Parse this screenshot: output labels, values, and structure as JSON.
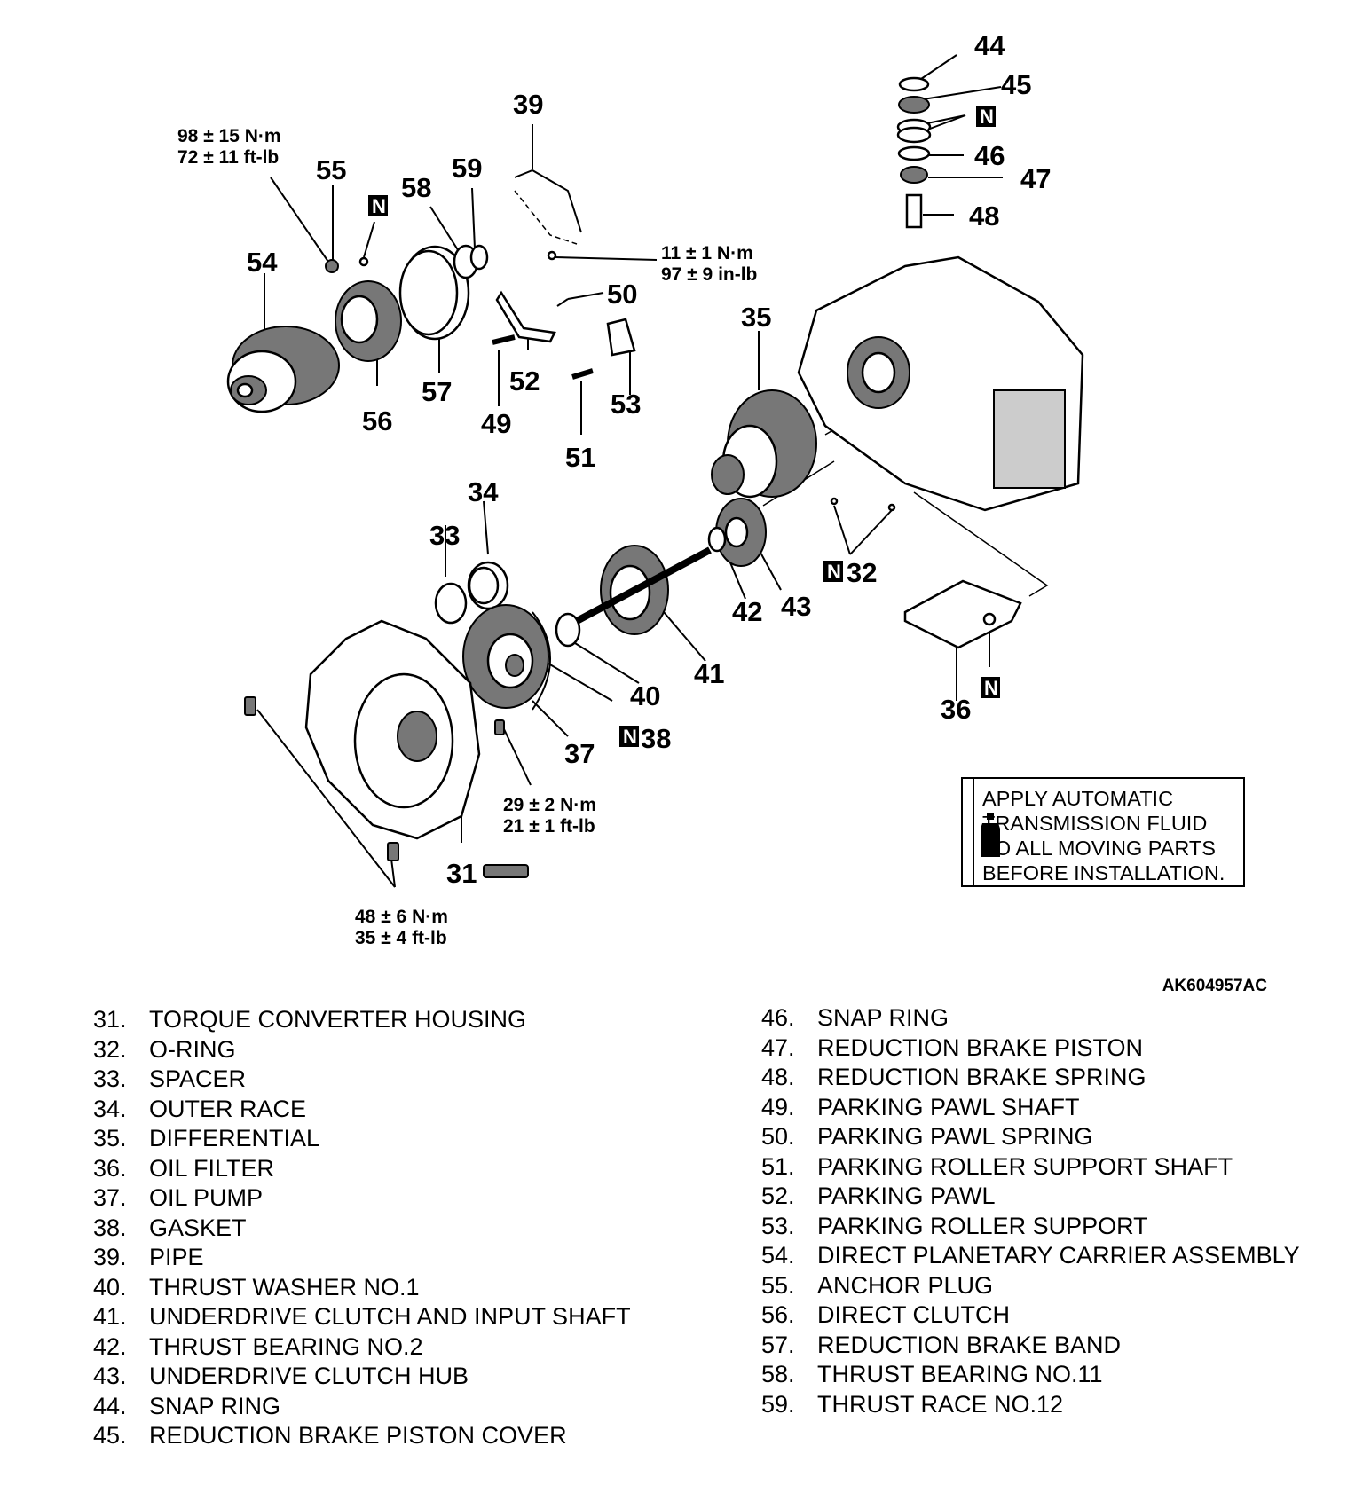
{
  "callouts": {
    "c31": "31",
    "c32": "32",
    "c33": "33",
    "c34": "34",
    "c35": "35",
    "c36": "36",
    "c37": "37",
    "c38": "38",
    "c39": "39",
    "c40": "40",
    "c41": "41",
    "c42": "42",
    "c43": "43",
    "c44": "44",
    "c45": "45",
    "c46": "46",
    "c47": "47",
    "c48": "48",
    "c49": "49",
    "c50": "50",
    "c51": "51",
    "c52": "52",
    "c53": "53",
    "c54": "54",
    "c55": "55",
    "c56": "56",
    "c57": "57",
    "c58": "58",
    "c59": "59"
  },
  "n_marker": "N",
  "torques": {
    "t55a": "98 ± 15 N·m",
    "t55b": "72 ± 11 ft-lb",
    "t39a": "11 ± 1 N·m",
    "t39b": "97 ± 9 in-lb",
    "t37a": "29 ± 2 N·m",
    "t37b": "21 ± 1 ft-lb",
    "t31a": "48 ± 6 N·m",
    "t31b": "35 ± 4 ft-lb"
  },
  "notice": "APPLY AUTOMATIC\nTRANSMISSION FLUID\nTO ALL MOVING PARTS\nBEFORE INSTALLATION.",
  "figure_id": "AK604957AC",
  "legend_left": [
    {
      "num": "31.",
      "text": "TORQUE CONVERTER HOUSING"
    },
    {
      "num": "32.",
      "text": "O-RING"
    },
    {
      "num": "33.",
      "text": "SPACER"
    },
    {
      "num": "34.",
      "text": "OUTER RACE"
    },
    {
      "num": "35.",
      "text": "DIFFERENTIAL"
    },
    {
      "num": "36.",
      "text": "OIL FILTER"
    },
    {
      "num": "37.",
      "text": "OIL PUMP"
    },
    {
      "num": "38.",
      "text": "GASKET"
    },
    {
      "num": "39.",
      "text": "PIPE"
    },
    {
      "num": "40.",
      "text": "THRUST WASHER NO.1"
    },
    {
      "num": "41.",
      "text": "UNDERDRIVE CLUTCH AND INPUT SHAFT"
    },
    {
      "num": "42.",
      "text": "THRUST BEARING NO.2"
    },
    {
      "num": "43.",
      "text": "UNDERDRIVE CLUTCH HUB"
    },
    {
      "num": "44.",
      "text": "SNAP RING"
    },
    {
      "num": "45.",
      "text": "REDUCTION BRAKE PISTON COVER"
    }
  ],
  "legend_right": [
    {
      "num": "46.",
      "text": "SNAP RING"
    },
    {
      "num": "47.",
      "text": "REDUCTION BRAKE PISTON"
    },
    {
      "num": "48.",
      "text": "REDUCTION BRAKE SPRING"
    },
    {
      "num": "49.",
      "text": "PARKING PAWL SHAFT"
    },
    {
      "num": "50.",
      "text": "PARKING PAWL SPRING"
    },
    {
      "num": "51.",
      "text": "PARKING ROLLER SUPPORT SHAFT"
    },
    {
      "num": "52.",
      "text": "PARKING PAWL"
    },
    {
      "num": "53.",
      "text": "PARKING ROLLER SUPPORT"
    },
    {
      "num": "54.",
      "text": "DIRECT PLANETARY CARRIER ASSEMBLY"
    },
    {
      "num": "55.",
      "text": "ANCHOR PLUG"
    },
    {
      "num": "56.",
      "text": "DIRECT CLUTCH"
    },
    {
      "num": "57.",
      "text": "REDUCTION BRAKE BAND"
    },
    {
      "num": "58.",
      "text": "THRUST BEARING NO.11"
    },
    {
      "num": "59.",
      "text": "THRUST RACE NO.12"
    }
  ]
}
